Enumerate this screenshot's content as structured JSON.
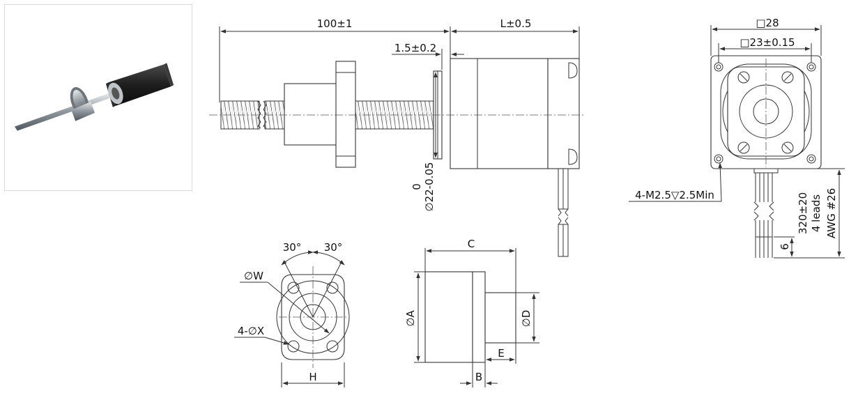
{
  "figure": {
    "side_view": {
      "screw_length": "100±1",
      "motor_length": "L±0.5",
      "pilot_depth": "1.5±0.2",
      "pilot_diameter_top": "0",
      "pilot_diameter": "∅22-0.05"
    },
    "front_view": {
      "frame_size": "□28",
      "hole_spacing": "□23±0.15",
      "mount_holes": "4-M2.5▽2.5Min",
      "lead_length": "320±20",
      "lead_count": "4 leads",
      "lead_gauge": "AWG #26",
      "strip_length": "6"
    },
    "nut_front_view": {
      "angle_left": "30°",
      "angle_right": "30°",
      "pcd": "∅W",
      "holes": "4-∅X",
      "width": "H"
    },
    "nut_side_view": {
      "length": "C",
      "outer_diameter": "∅A",
      "body_diameter": "∅D",
      "body_length": "E",
      "flange_thickness": "B"
    }
  },
  "photo": {
    "alt_icon": "linear-stepper-motor-photo"
  },
  "colors": {
    "line": "#333333",
    "text": "#111111",
    "motor_black": "#1e1e1e",
    "steel": "#9aa0a6"
  }
}
